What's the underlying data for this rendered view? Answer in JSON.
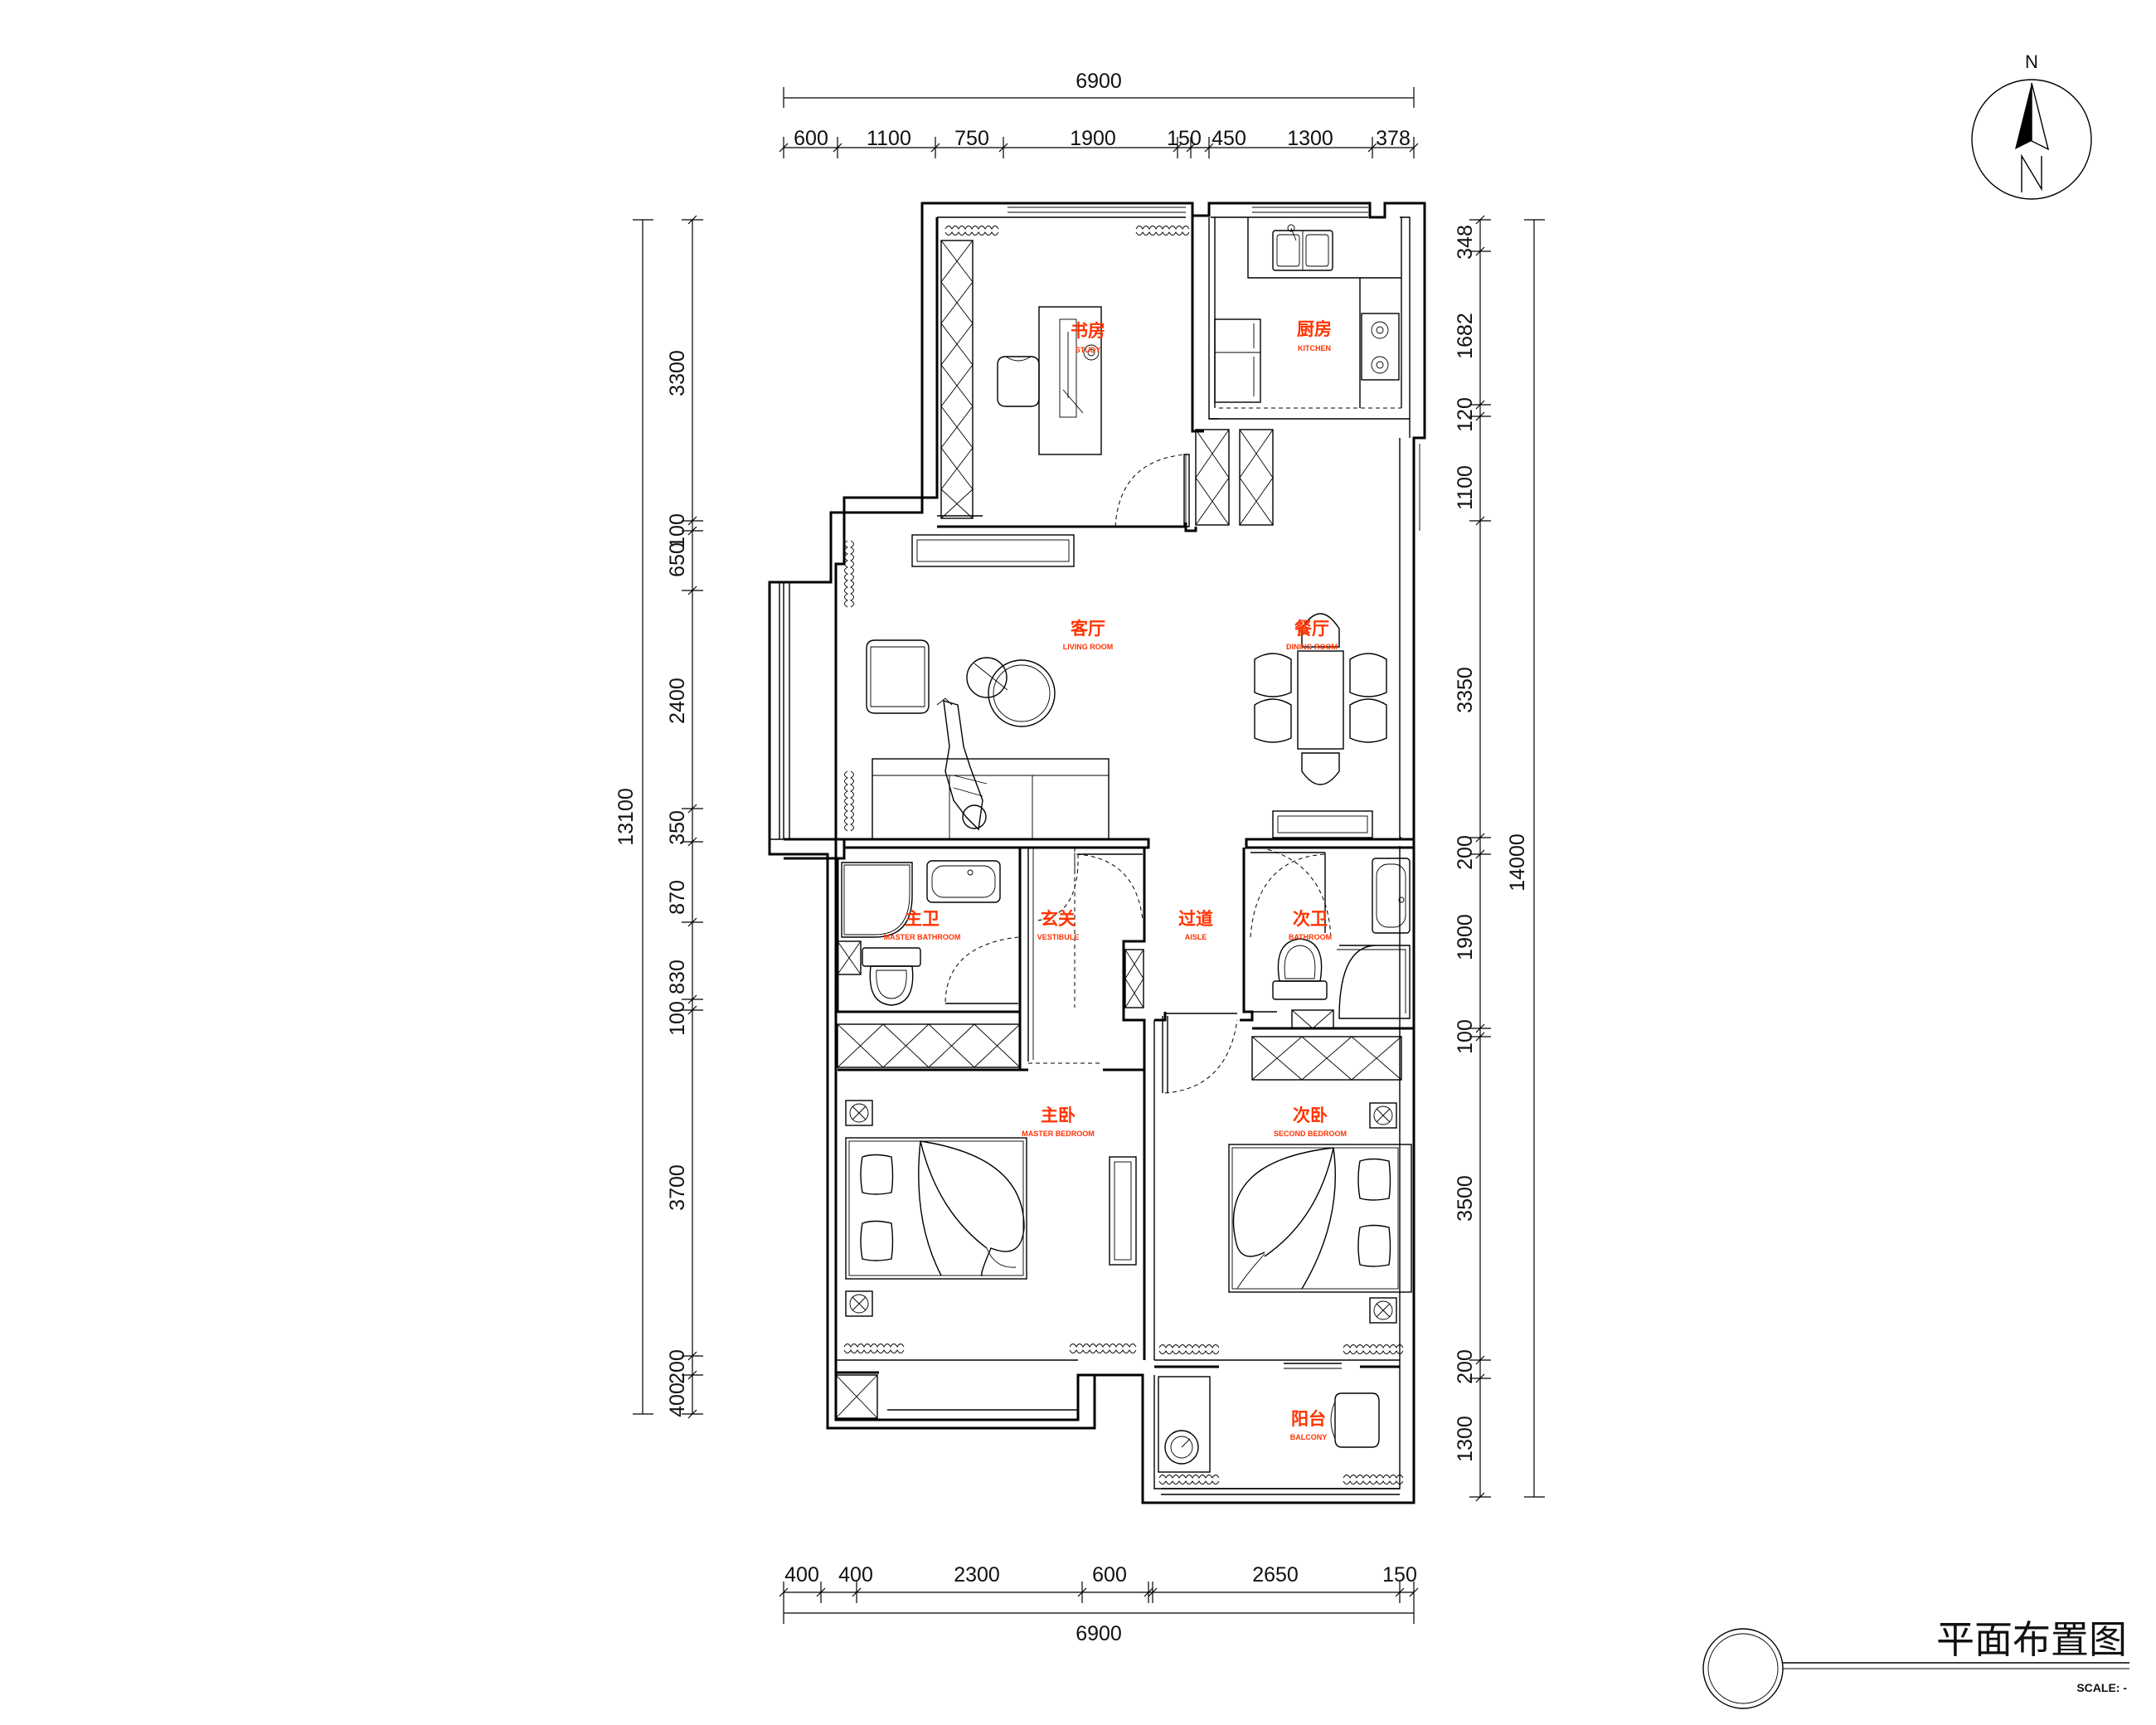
{
  "drawing": {
    "title": "平面布置图",
    "scale_text": "SCALE: -",
    "north_label": "N"
  },
  "dims": {
    "top_total": "6900",
    "top_segments": [
      "600",
      "1100",
      "750",
      "1900",
      "150",
      "450",
      "1300",
      "378"
    ],
    "bottom_segments": [
      "400",
      "400",
      "2300",
      "600",
      "2650",
      "150"
    ],
    "bottom_total": "6900",
    "left_total": "13100",
    "left_segments": [
      "3300",
      "100",
      "650",
      "2400",
      "350",
      "870",
      "830",
      "100",
      "3700",
      "200",
      "400"
    ],
    "right_total": "14000",
    "right_segments": [
      "348",
      "1682",
      "120",
      "1100",
      "3350",
      "200",
      "1900",
      "100",
      "3500",
      "200",
      "1300"
    ]
  },
  "rooms": {
    "study": {
      "cn": "书房",
      "en": "STUDY"
    },
    "kitchen": {
      "cn": "厨房",
      "en": "KITCHEN"
    },
    "living": {
      "cn": "客厅",
      "en": "LIVING ROOM"
    },
    "dining": {
      "cn": "餐厅",
      "en": "DINING ROOM"
    },
    "master_bath": {
      "cn": "主卫",
      "en": "MASTER BATHROOM"
    },
    "vestibule": {
      "cn": "玄关",
      "en": "VESTIBULE"
    },
    "aisle": {
      "cn": "过道",
      "en": "AISLE"
    },
    "bath2": {
      "cn": "次卫",
      "en": "BATHROOM"
    },
    "master_bed": {
      "cn": "主卧",
      "en": "MASTER BEDROOM"
    },
    "second_bed": {
      "cn": "次卧",
      "en": "SECOND BEDROOM"
    },
    "balcony": {
      "cn": "阳台",
      "en": "BALCONY"
    }
  },
  "colors": {
    "room_label": "#ff3300",
    "line": "#000000"
  }
}
